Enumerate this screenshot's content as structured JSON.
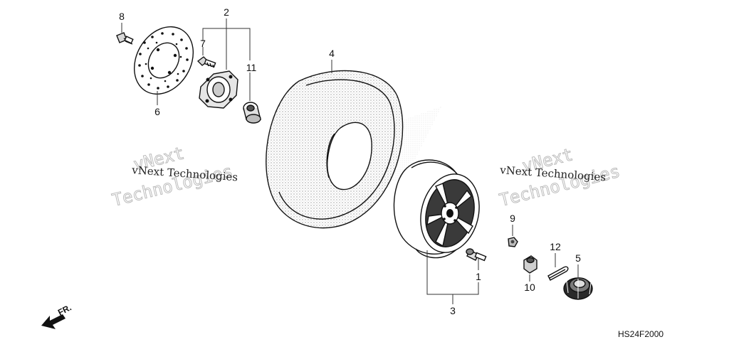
{
  "diagram": {
    "callouts": {
      "p1": "1",
      "p2": "2",
      "p3": "3",
      "p4": "4",
      "p5": "5",
      "p6": "6",
      "p7": "7",
      "p8": "8",
      "p9": "9",
      "p10": "10",
      "p11": "11",
      "p12": "12"
    },
    "diagram_code": "HS24F2000",
    "direction_label": "FR.",
    "watermarks": {
      "small_left": "vNext Technologies",
      "small_right": "vNext Technologies",
      "big_left_line1": "vNext",
      "big_left_line2": "Technologies",
      "big_right_line1": "vNext",
      "big_right_line2": "Technologies"
    }
  }
}
